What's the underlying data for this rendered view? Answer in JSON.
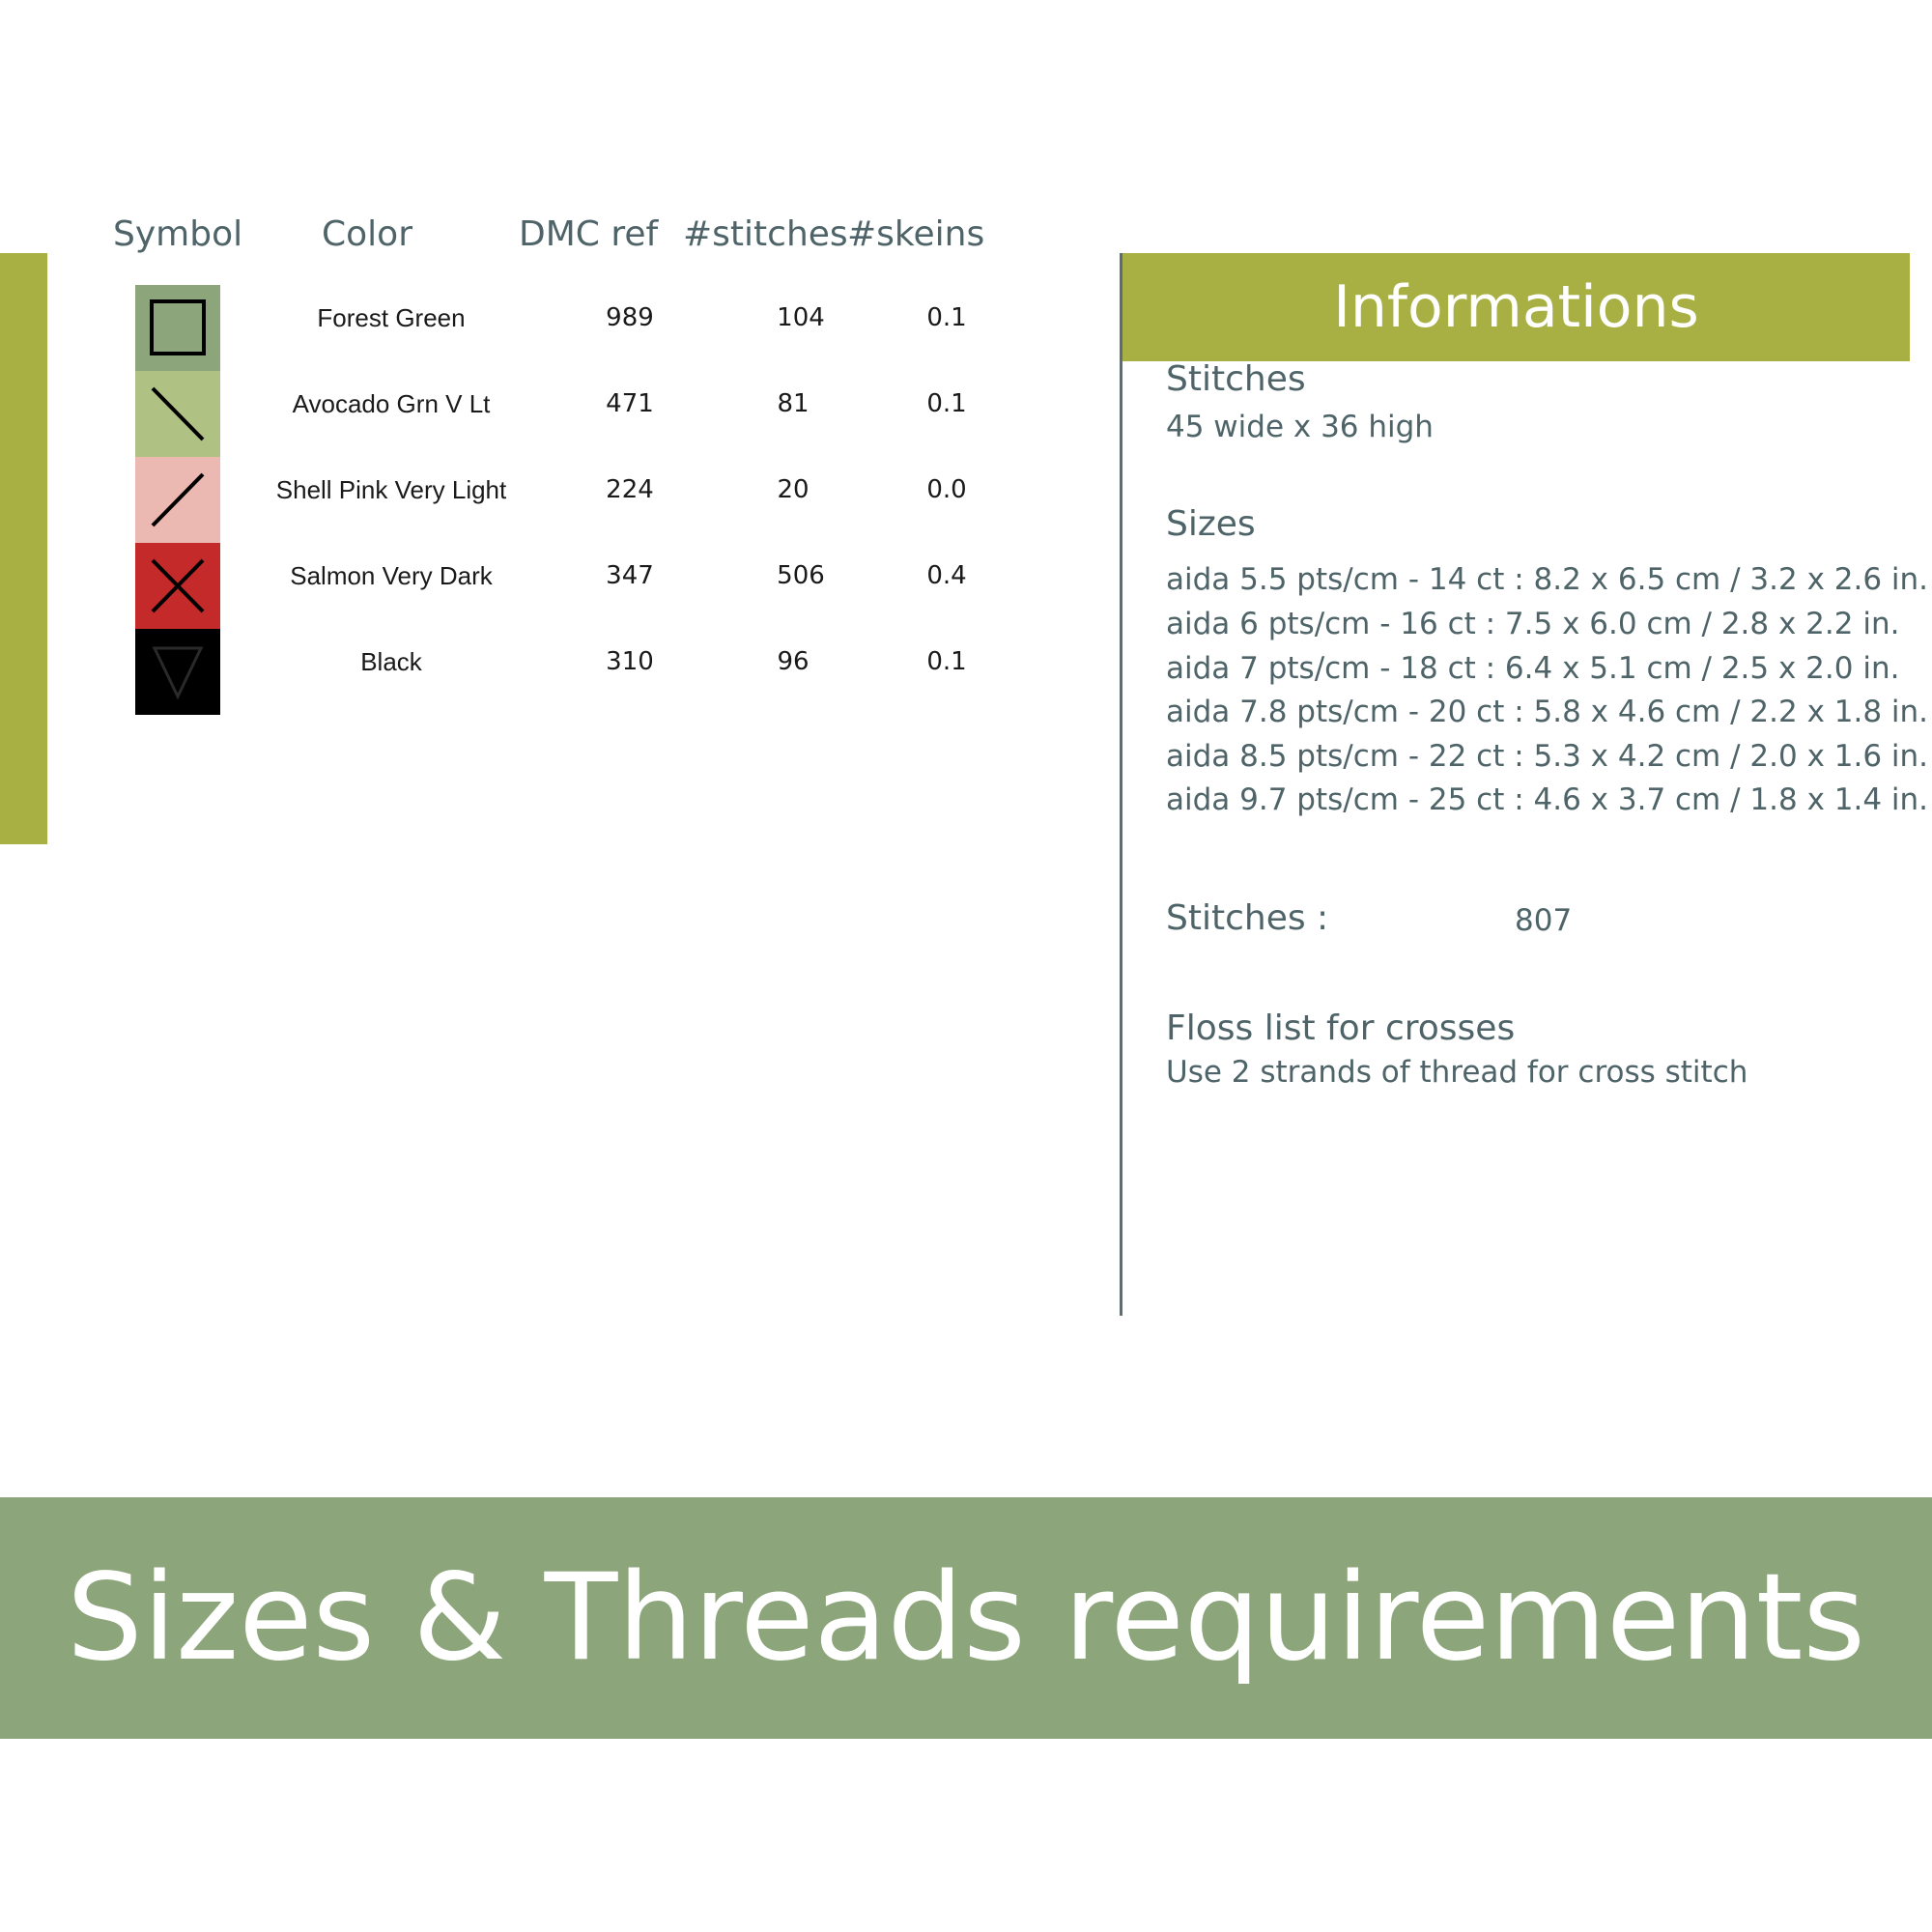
{
  "table": {
    "headers": {
      "symbol": "Symbol",
      "color": "Color",
      "dmc_ref": "DMC ref",
      "stitches": "#stitches",
      "skeins": "#skeins"
    },
    "rows": [
      {
        "symbol": "square",
        "swatch_color": "#8ca57a",
        "color": "Forest Green",
        "dmc": "989",
        "stitches": "104",
        "skeins": "0.1"
      },
      {
        "symbol": "backslash",
        "swatch_color": "#b0c184",
        "color": "Avocado Grn V Lt",
        "dmc": "471",
        "stitches": "81",
        "skeins": "0.1"
      },
      {
        "symbol": "slash",
        "swatch_color": "#ebb9b1",
        "color": "Shell Pink Very Light",
        "dmc": "224",
        "stitches": "20",
        "skeins": "0.0"
      },
      {
        "symbol": "x",
        "swatch_color": "#c42a2a",
        "color": "Salmon Very Dark",
        "dmc": "347",
        "stitches": "506",
        "skeins": "0.4"
      },
      {
        "symbol": "triangle-down",
        "swatch_color": "#000000",
        "color": "Black",
        "dmc": "310",
        "stitches": "96",
        "skeins": "0.1"
      }
    ]
  },
  "info": {
    "title": "Informations",
    "stitches_heading": "Stitches",
    "stitches_dims": "45 wide x 36 high",
    "sizes_heading": "Sizes",
    "sizes": [
      "aida 5.5 pts/cm - 14 ct : 8.2 x 6.5 cm / 3.2 x 2.6 in.",
      "aida 6 pts/cm - 16 ct : 7.5 x 6.0 cm / 2.8 x 2.2 in.",
      "aida 7 pts/cm - 18 ct : 6.4 x 5.1 cm / 2.5 x 2.0 in.",
      "aida 7.8 pts/cm - 20 ct : 5.8 x 4.6 cm / 2.2 x 1.8 in.",
      "aida 8.5 pts/cm - 22 ct : 5.3 x 4.2 cm / 2.0 x 1.6 in.",
      "aida 9.7 pts/cm - 25 ct : 4.6 x 3.7 cm / 1.8 x 1.4 in."
    ],
    "total_label": "Stitches :",
    "total_value": "807",
    "floss_heading": "Floss list for crosses",
    "floss_note": "Use 2 strands of thread for cross stitch"
  },
  "banner": {
    "text": "Sizes & Threads requirements"
  },
  "colors": {
    "accent": "#a8b044",
    "banner": "#8ca57a",
    "text": "#4e6468"
  }
}
